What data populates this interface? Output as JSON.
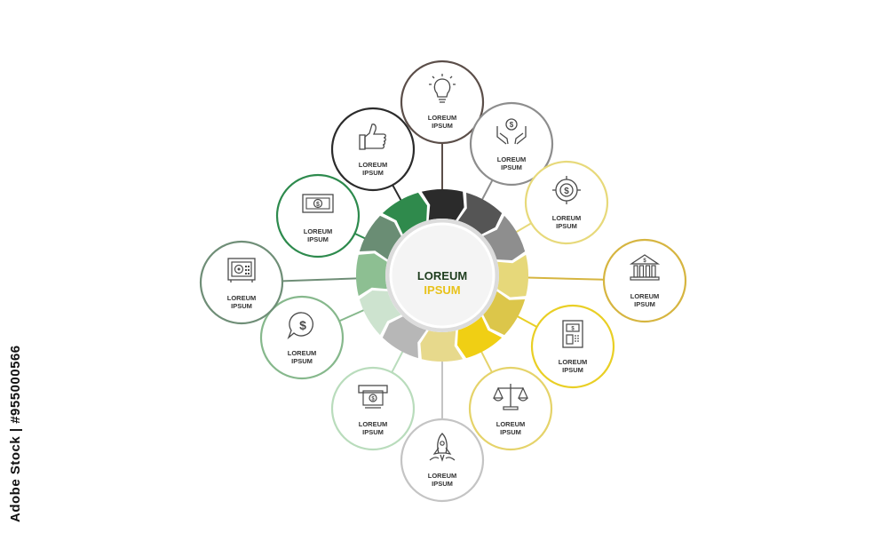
{
  "center": {
    "line1": "LOREUM",
    "line2": "IPSUM",
    "color1": "#1e3d1e",
    "color2": "#e8c21b"
  },
  "nodes": [
    {
      "icon": "lightbulb-icon",
      "line1": "LOREUM",
      "line2": "IPSUM",
      "color": "#5b4e49"
    },
    {
      "icon": "hands-coin-icon",
      "line1": "LOREUM",
      "line2": "IPSUM",
      "color": "#8d8d8d"
    },
    {
      "icon": "target-dollar-icon",
      "line1": "LOREUM",
      "line2": "IPSUM",
      "color": "#e7d97a"
    },
    {
      "icon": "bank-icon",
      "line1": "LOREUM",
      "line2": "IPSUM",
      "color": "#d6b540"
    },
    {
      "icon": "atm-machine-icon",
      "line1": "LOREUM",
      "line2": "IPSUM",
      "color": "#e9cf25"
    },
    {
      "icon": "scales-icon",
      "line1": "LOREUM",
      "line2": "IPSUM",
      "color": "#e5d36a"
    },
    {
      "icon": "rocket-icon",
      "line1": "LOREUM",
      "line2": "IPSUM",
      "color": "#c4c4c4"
    },
    {
      "icon": "cash-withdrawal-icon",
      "line1": "LOREUM",
      "line2": "IPSUM",
      "color": "#b9dcbc"
    },
    {
      "icon": "chat-dollar-icon",
      "line1": "LOREUM",
      "line2": "IPSUM",
      "color": "#86b88c"
    },
    {
      "icon": "safe-icon",
      "line1": "LOREUM",
      "line2": "IPSUM",
      "color": "#6f8e77"
    },
    {
      "icon": "banknote-icon",
      "line1": "LOREUM",
      "line2": "IPSUM",
      "color": "#2d8a4d"
    },
    {
      "icon": "thumbs-up-icon",
      "line1": "LOREUM",
      "line2": "IPSUM",
      "color": "#2b2b2b"
    }
  ],
  "ring_segments": [
    "#2b2b2b",
    "#555555",
    "#8e8e8e",
    "#e6d87a",
    "#dcc64a",
    "#f0cf14",
    "#e7d98c",
    "#b7b7b7",
    "#cde3cf",
    "#8dbf92",
    "#6a8d74",
    "#2f8a4c"
  ],
  "watermark": {
    "text": "Adobe Stock | #955000566"
  }
}
